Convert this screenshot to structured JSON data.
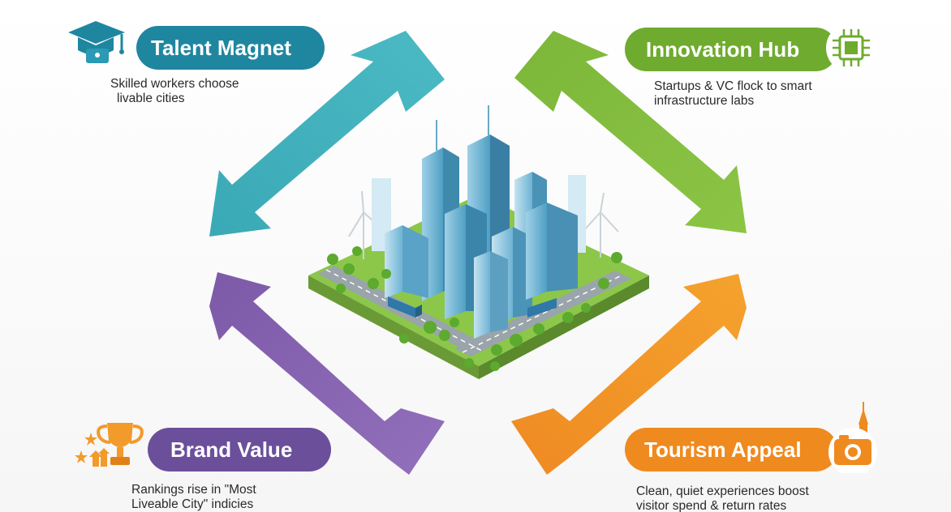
{
  "quadrants": {
    "talent": {
      "title": "Talent Magnet",
      "line1": "Skilled workers choose",
      "line2": "livable cities",
      "color": "#1f86a0",
      "icon": "graduation-cap-icon"
    },
    "innovation": {
      "title": "Innovation Hub",
      "line1": "Startups & VC flock to smart",
      "line2": "infrastructure labs",
      "color": "#6fab2f",
      "icon": "microchip-icon"
    },
    "brand": {
      "title": "Brand Value",
      "line1": "Rankings rise in \"Most",
      "line2": "Liveable City\" indicies",
      "color": "#6c4f9b",
      "icon": "trophy-icon"
    },
    "tourism": {
      "title": "Tourism Appeal",
      "line1": "Clean, quiet experiences boost",
      "line2": "visitor spend & return rates",
      "color": "#ef8a1f",
      "icon": "camera-icon"
    }
  },
  "arrow_colors": {
    "teal": "#3fb0bd",
    "green": "#82bc3d",
    "purple": "#8a67b2",
    "orange": "#f29a2a"
  },
  "center_image": "smart-city-illustration"
}
